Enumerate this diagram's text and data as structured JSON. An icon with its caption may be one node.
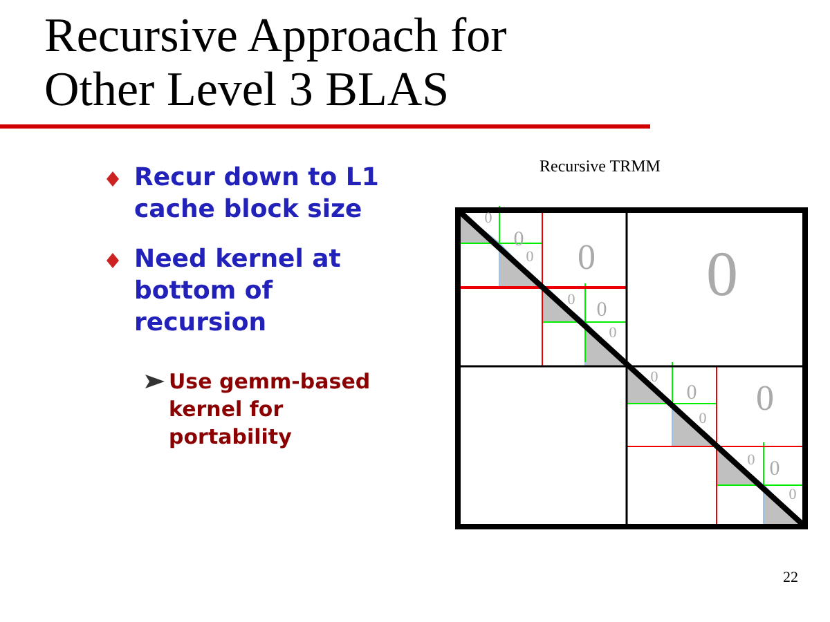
{
  "diagram": {
    "title": "Recursive Approach for Other Level 3 BLAS",
    "labels": [
      "Recur down to L1 cache block size",
      "Need kernel at bottom of recursion",
      "Use gemm-based kernel for portability",
      "Recursive TRMM",
      "0",
      "0",
      "0",
      "0",
      "0",
      "0",
      "0",
      "0",
      "0",
      "0",
      "0",
      "0",
      "0",
      "0",
      "0",
      "22"
    ]
  }
}
